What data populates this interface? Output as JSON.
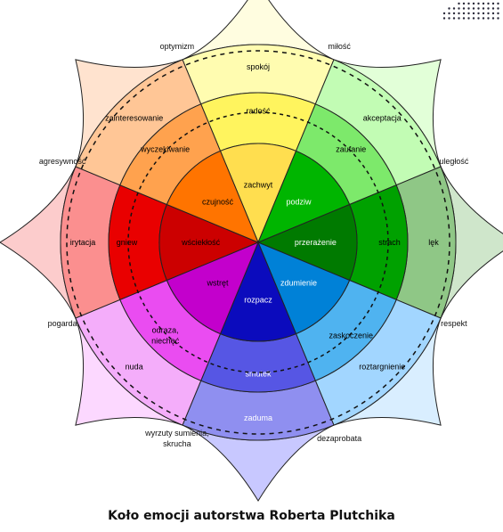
{
  "title": "Koło emocji autorstwa Roberta Plutchika",
  "petals": [
    {
      "angle": -90,
      "outer": "spokój",
      "middle": "radość",
      "inner": "zachwyt",
      "colors": [
        "#fffcb0",
        "#fff45e",
        "#ffde4f"
      ],
      "textColors": [
        "#000",
        "#000",
        "#000"
      ]
    },
    {
      "angle": -45,
      "outer": "akceptacja",
      "middle": "zaufanie",
      "inner": "podziw",
      "colors": [
        "#c2fcb4",
        "#7de96b",
        "#00b500"
      ],
      "textColors": [
        "#000",
        "#000",
        "#fff"
      ]
    },
    {
      "angle": 0,
      "outer": "lęk",
      "middle": "strach",
      "inner": "przerażenie",
      "colors": [
        "#8fc786",
        "#00a100",
        "#007a00"
      ],
      "textColors": [
        "#000",
        "#000",
        "#fff"
      ]
    },
    {
      "angle": 45,
      "outer": "roztargnienie",
      "middle": "zaskoczenie",
      "inner": "zdumienie",
      "colors": [
        "#a2d6ff",
        "#4fb3f0",
        "#0081d7"
      ],
      "textColors": [
        "#000",
        "#000",
        "#fff"
      ]
    },
    {
      "angle": 90,
      "outer": "zaduma",
      "middle": "smutek",
      "inner": "rozpacz",
      "colors": [
        "#8f8ff0",
        "#5656e4",
        "#0b0bbd"
      ],
      "textColors": [
        "#fff",
        "#fff",
        "#fff"
      ]
    },
    {
      "angle": 135,
      "outer": "nuda",
      "middle": "odraza,\nniechęć",
      "inner": "wstręt",
      "colors": [
        "#f4adfa",
        "#ea4cf1",
        "#c300cc"
      ],
      "textColors": [
        "#000",
        "#000",
        "#000"
      ]
    },
    {
      "angle": 180,
      "outer": "irytacja",
      "middle": "gniew",
      "inner": "wściekłość",
      "colors": [
        "#fb8f8f",
        "#e90000",
        "#cc0000"
      ],
      "textColors": [
        "#000",
        "#000",
        "#000"
      ]
    },
    {
      "angle": 225,
      "outer": "zainteresowanie",
      "middle": "wyczekiwanie",
      "inner": "czujność",
      "colors": [
        "#ffc696",
        "#ffa24e",
        "#ff7400"
      ],
      "textColors": [
        "#000",
        "#000",
        "#000"
      ]
    }
  ],
  "tipColors": [
    "#fffde0",
    "#e2ffd8",
    "#cfe6cb",
    "#d9eeff",
    "#c8c8ff",
    "#fcd8ff",
    "#fccccc",
    "#ffe3cf"
  ],
  "dyads": [
    {
      "angle": -67.5,
      "text": "miłość"
    },
    {
      "angle": -22.5,
      "text": "uległość"
    },
    {
      "angle": 22.5,
      "text": "respekt"
    },
    {
      "angle": 67.5,
      "text": "dezaprobata"
    },
    {
      "angle": 112.5,
      "text": "wyrzuty sumienia,\nskrucha"
    },
    {
      "angle": 157.5,
      "text": "pogarda"
    },
    {
      "angle": 202.5,
      "text": "agresywność"
    },
    {
      "angle": 247.5,
      "text": "optymizm"
    }
  ]
}
